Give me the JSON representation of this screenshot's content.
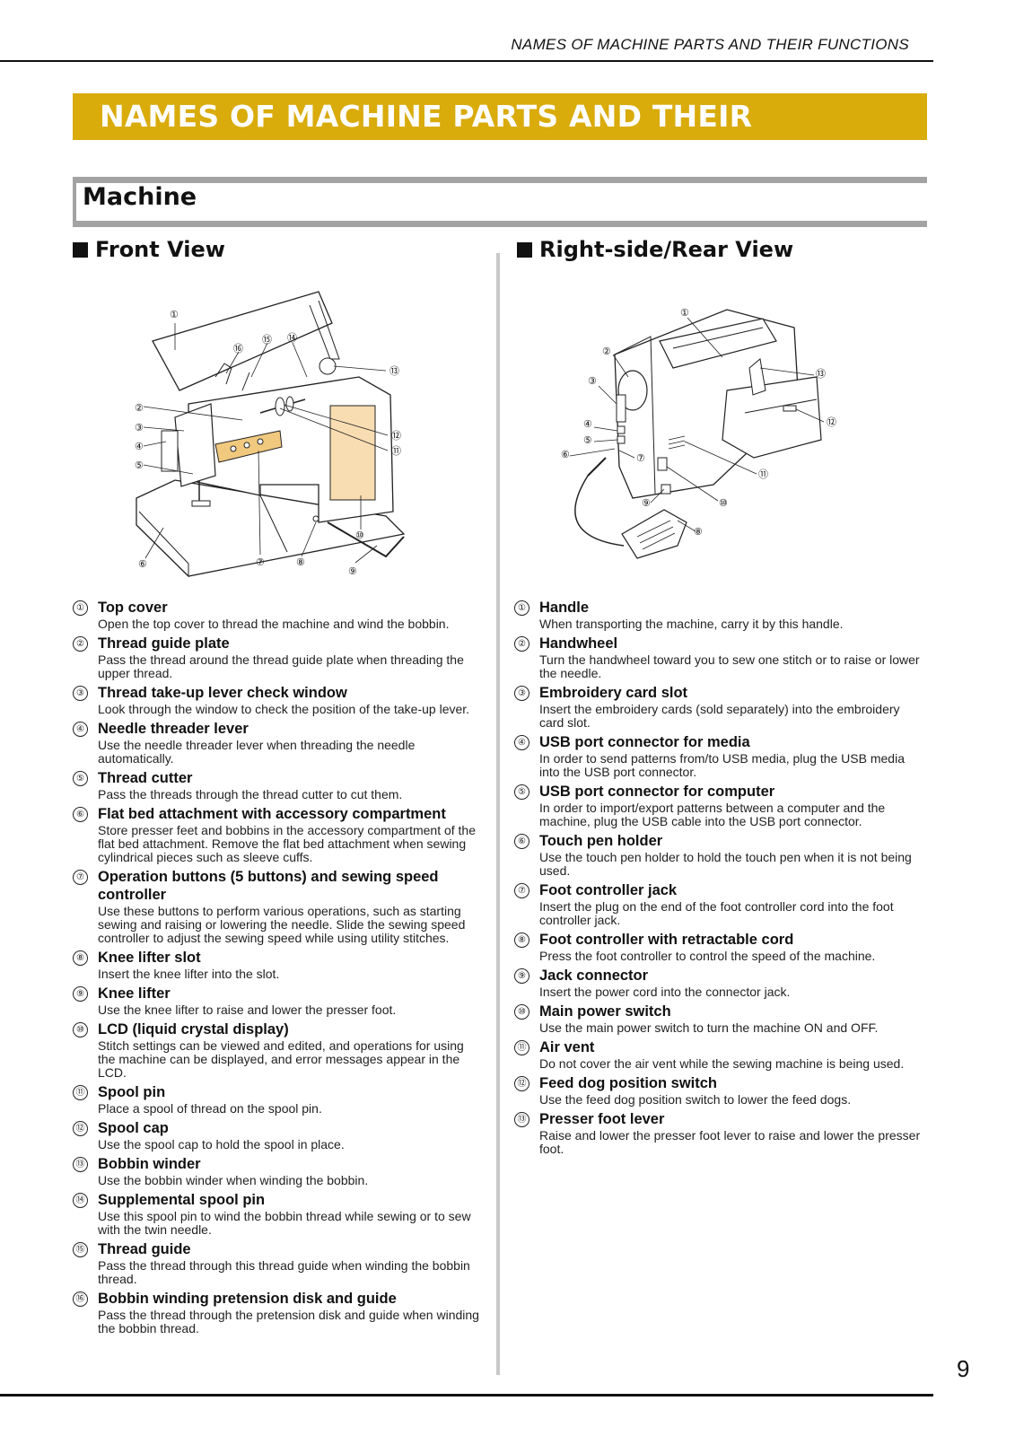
{
  "running_head": "NAMES OF MACHINE PARTS AND THEIR FUNCTIONS",
  "banner": "NAMES OF MACHINE PARTS AND THEIR FUNCTIONS",
  "section": "Machine",
  "front_view": {
    "heading": "Front View",
    "callouts": [
      "①",
      "②",
      "③",
      "④",
      "⑤",
      "⑥",
      "⑦",
      "⑧",
      "⑨",
      "⑩",
      "⑪",
      "⑫",
      "⑬",
      "⑭",
      "⑮",
      "⑯"
    ],
    "items": [
      {
        "n": "①",
        "title": "Top cover",
        "desc": "Open the top cover to thread the machine and wind the bobbin."
      },
      {
        "n": "②",
        "title": "Thread guide plate",
        "desc": "Pass the thread around the thread guide plate when threading the upper thread."
      },
      {
        "n": "③",
        "title": "Thread take-up lever check window",
        "desc": "Look through the window to check the position of the take-up lever."
      },
      {
        "n": "④",
        "title": "Needle threader lever",
        "desc": "Use the needle threader lever when threading the needle automatically."
      },
      {
        "n": "⑤",
        "title": "Thread cutter",
        "desc": "Pass the threads through the thread cutter to cut them."
      },
      {
        "n": "⑥",
        "title": "Flat bed attachment with accessory compartment",
        "desc": "Store presser feet and bobbins in the accessory compartment of the flat bed attachment. Remove the flat bed attachment when sewing cylindrical pieces such as sleeve cuffs."
      },
      {
        "n": "⑦",
        "title": "Operation buttons (5 buttons) and sewing speed controller",
        "desc": "Use these buttons to perform various operations, such as starting sewing and raising or lowering the needle. Slide the sewing speed controller to adjust the sewing speed while using utility stitches."
      },
      {
        "n": "⑧",
        "title": "Knee lifter slot",
        "desc": "Insert the knee lifter into the slot."
      },
      {
        "n": "⑨",
        "title": "Knee lifter",
        "desc": "Use the knee lifter to raise and lower the presser foot."
      },
      {
        "n": "⑩",
        "title": "LCD (liquid crystal display)",
        "desc": "Stitch settings can be viewed and edited, and operations for using the machine can be displayed, and error messages appear in the LCD."
      },
      {
        "n": "⑪",
        "title": "Spool pin",
        "desc": "Place a spool of thread on the spool pin."
      },
      {
        "n": "⑫",
        "title": "Spool cap",
        "desc": "Use the spool cap to hold the spool in place."
      },
      {
        "n": "⑬",
        "title": "Bobbin winder",
        "desc": "Use the bobbin winder when winding the bobbin."
      },
      {
        "n": "⑭",
        "title": "Supplemental spool pin",
        "desc": "Use this spool pin to wind the bobbin thread while sewing or to sew with the twin needle."
      },
      {
        "n": "⑮",
        "title": "Thread guide",
        "desc": "Pass the thread through this thread guide when winding the bobbin thread."
      },
      {
        "n": "⑯",
        "title": "Bobbin winding pretension disk and guide",
        "desc": "Pass the thread through the pretension disk and guide when winding the bobbin thread."
      }
    ]
  },
  "rear_view": {
    "heading": "Right-side/Rear View",
    "callouts": [
      "①",
      "②",
      "③",
      "④",
      "⑤",
      "⑥",
      "⑦",
      "⑧",
      "⑨",
      "⑩",
      "⑪",
      "⑫",
      "⑬"
    ],
    "items": [
      {
        "n": "①",
        "title": "Handle",
        "desc": "When transporting the machine, carry it by this handle."
      },
      {
        "n": "②",
        "title": "Handwheel",
        "desc": "Turn the handwheel toward you to sew one stitch or to raise or lower the needle."
      },
      {
        "n": "③",
        "title": "Embroidery card slot",
        "desc": "Insert the embroidery cards (sold separately) into the embroidery card slot."
      },
      {
        "n": "④",
        "title": "USB port connector for media",
        "desc": "In order to send patterns from/to USB media, plug the USB media into the USB port connector."
      },
      {
        "n": "⑤",
        "title": "USB port connector for computer",
        "desc": "In order to import/export patterns between a computer and the machine, plug the USB cable into the USB port connector."
      },
      {
        "n": "⑥",
        "title": "Touch pen holder",
        "desc": "Use the touch pen holder to hold the touch pen when it is not being used."
      },
      {
        "n": "⑦",
        "title": "Foot controller jack",
        "desc": "Insert the plug on the end of the foot controller cord into the foot controller jack."
      },
      {
        "n": "⑧",
        "title": "Foot controller with retractable cord",
        "desc": "Press the foot controller to control the speed of the machine."
      },
      {
        "n": "⑨",
        "title": "Jack connector",
        "desc": "Insert the power cord into the connector jack."
      },
      {
        "n": "⑩",
        "title": "Main power switch",
        "desc": "Use the main power switch to turn the machine ON and OFF."
      },
      {
        "n": "⑪",
        "title": "Air vent",
        "desc": "Do not cover the air vent while the sewing machine is being used."
      },
      {
        "n": "⑫",
        "title": "Feed dog position switch",
        "desc": "Use the feed dog position switch to lower the feed dogs."
      },
      {
        "n": "⑬",
        "title": "Presser foot lever",
        "desc": "Raise and lower the presser foot lever to raise and lower the presser foot."
      }
    ]
  },
  "page_number": "9",
  "colors": {
    "banner": "#d9ab0b",
    "rule_gray": "#a3a3a3",
    "lcd": "#f8ddb2",
    "panel": "#f1c97e"
  }
}
